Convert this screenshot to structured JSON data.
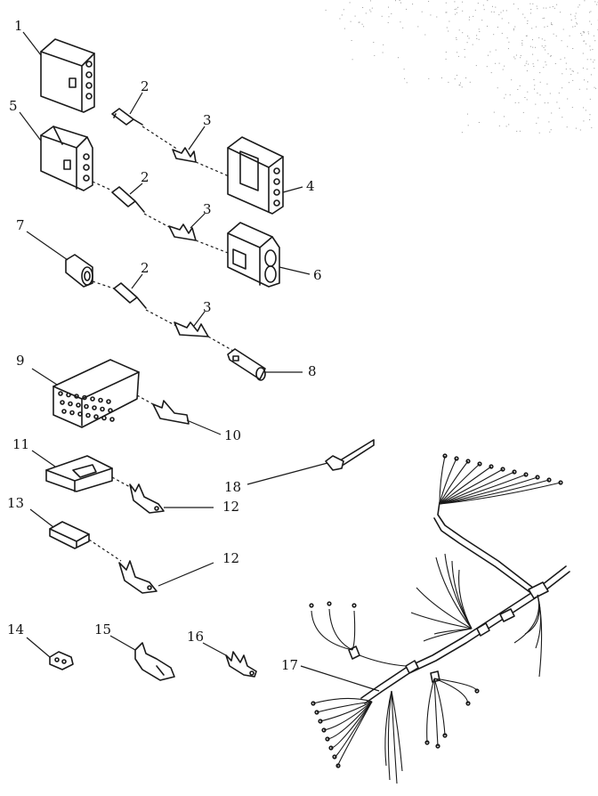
{
  "diagram": {
    "callouts": {
      "c1": "1",
      "c2a": "2",
      "c2b": "2",
      "c2c": "2",
      "c3a": "3",
      "c3b": "3",
      "c3c": "3",
      "c4": "4",
      "c5": "5",
      "c6": "6",
      "c7": "7",
      "c8": "8",
      "c9": "9",
      "c10": "10",
      "c11": "11",
      "c12a": "12",
      "c12b": "12",
      "c13": "13",
      "c14": "14",
      "c15": "15",
      "c16": "16",
      "c17": "17",
      "c18": "18"
    }
  }
}
